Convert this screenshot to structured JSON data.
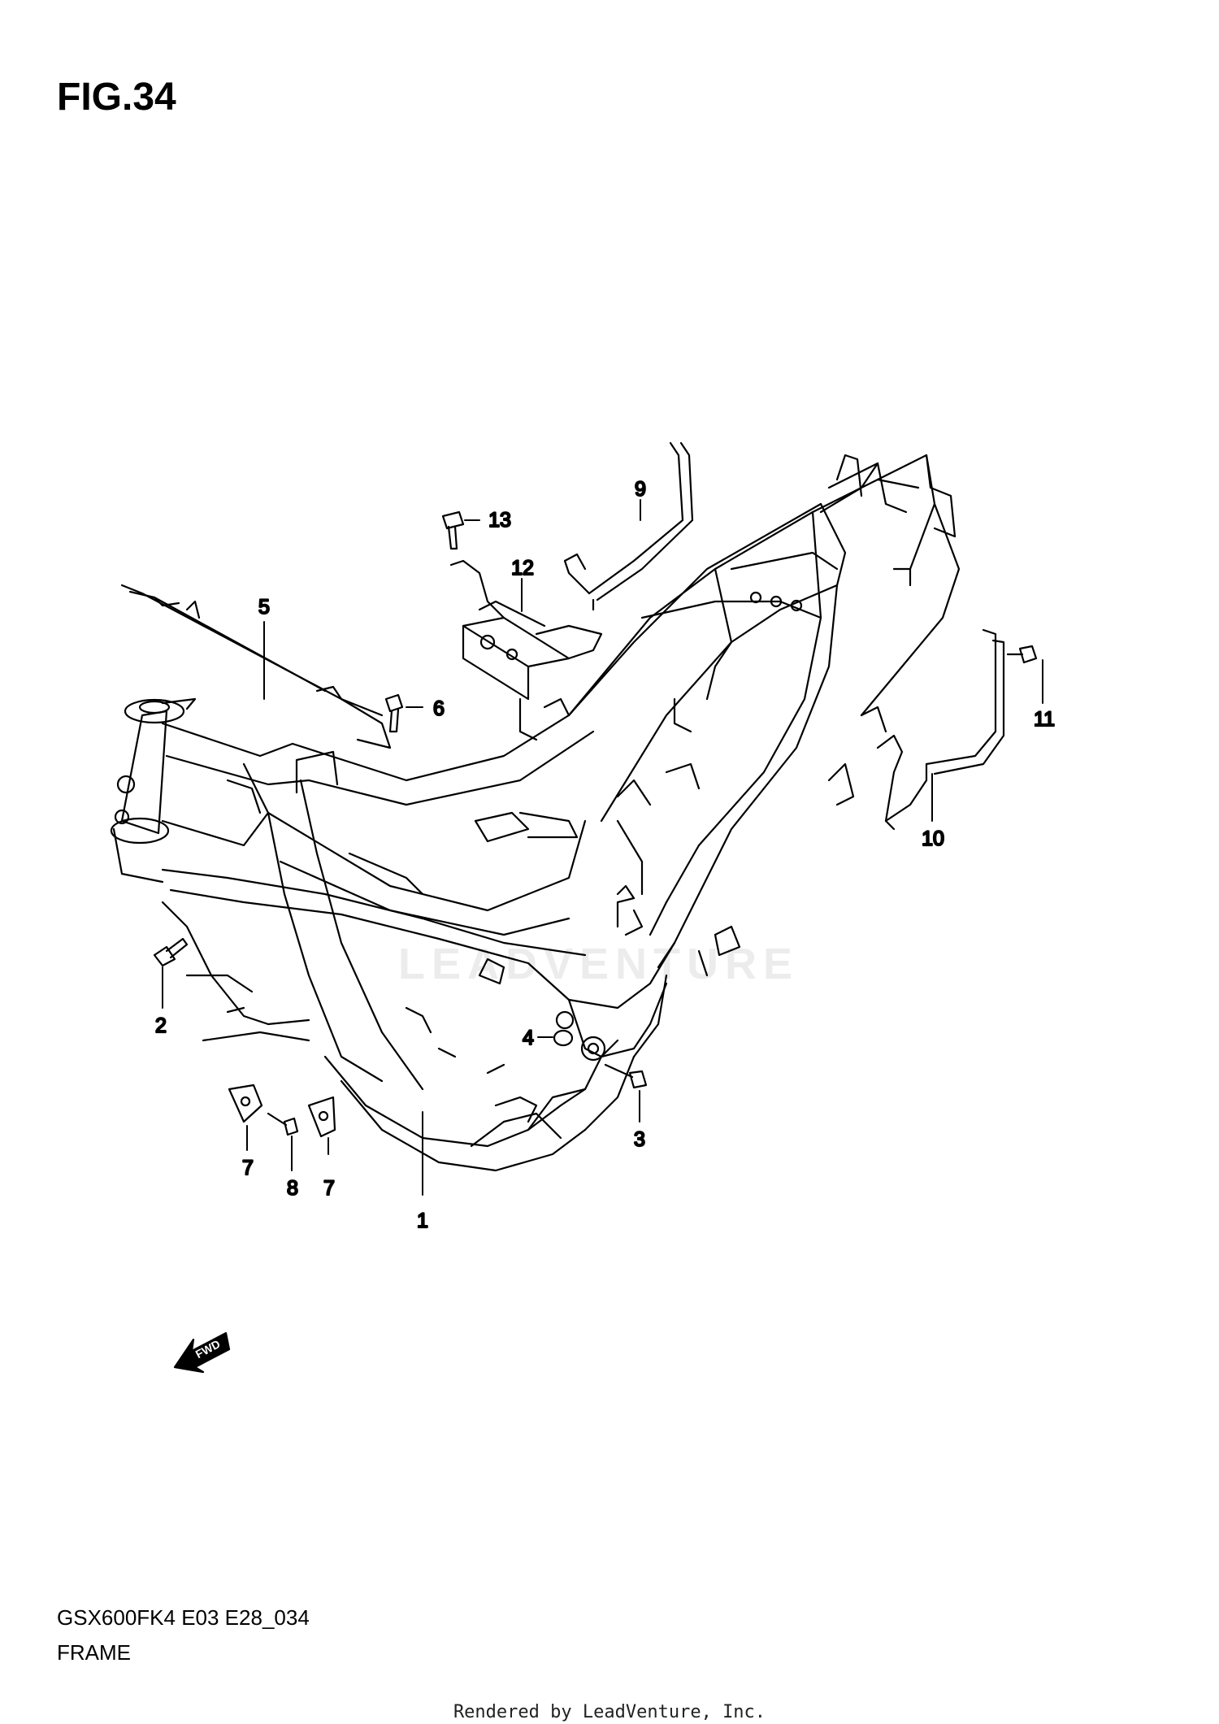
{
  "figure_title": "FIG.34",
  "diagram_code": "GSX600FK4 E03 E28_034",
  "section_name": "FRAME",
  "rendered_by": "Rendered by LeadVenture, Inc.",
  "watermark": "LEADVENTURE",
  "fwd_label": "FWD",
  "callouts": [
    {
      "id": "1",
      "label": "1"
    },
    {
      "id": "2",
      "label": "2"
    },
    {
      "id": "3",
      "label": "3"
    },
    {
      "id": "4",
      "label": "4"
    },
    {
      "id": "5",
      "label": "5"
    },
    {
      "id": "6",
      "label": "6"
    },
    {
      "id": "7a",
      "label": "7"
    },
    {
      "id": "7b",
      "label": "7"
    },
    {
      "id": "8",
      "label": "8"
    },
    {
      "id": "9",
      "label": "9"
    },
    {
      "id": "10",
      "label": "10"
    },
    {
      "id": "11",
      "label": "11"
    },
    {
      "id": "12",
      "label": "12"
    },
    {
      "id": "13",
      "label": "13"
    }
  ]
}
